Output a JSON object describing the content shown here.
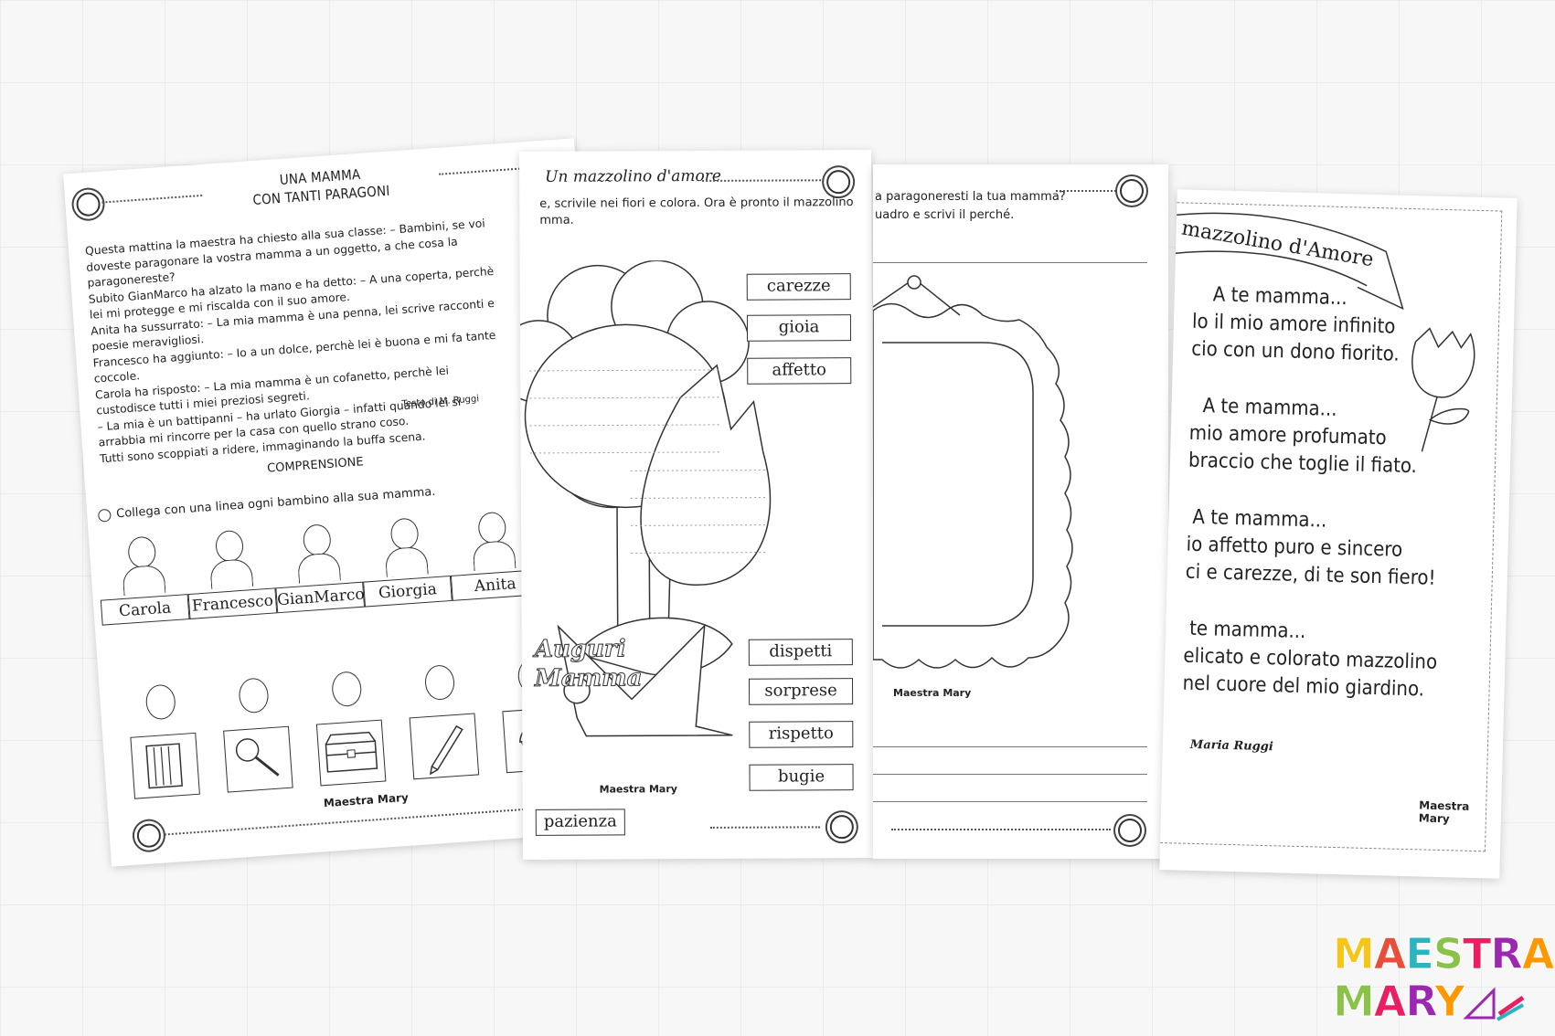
{
  "sheet1": {
    "title_line1": "UNA MAMMA",
    "title_line2": "CON TANTI PARAGONI",
    "story": [
      "Questa mattina la maestra ha chiesto alla sua classe: – Bambini, se voi doveste paragonare la vostra mamma a un oggetto, a che cosa la paragonereste?",
      "Subito GianMarco ha alzato la mano e ha detto: – A una coperta, perchè lei mi protegge e mi riscalda con il suo amore.",
      "Anita ha sussurrato: – La mia mamma è una penna, lei scrive racconti e poesie meravigliosi.",
      "Francesco ha aggiunto: – Io a un dolce, perchè lei è buona e mi fa tante coccole.",
      "Carola ha risposto: – La mia mamma è un cofanetto, perchè lei custodisce tutti i miei preziosi segreti.",
      "– La mia è un battipanni – ha urlato Giorgia – infatti quando lei si arrabbia mi rincorre per la casa con quello strano coso.",
      "Tutti sono scoppiati a ridere, immaginando la buffa scena."
    ],
    "credit": "Testo di M. Ruggi",
    "section_title": "COMPRENSIONE",
    "instruction": "Collega con una linea ogni bambino alla sua mamma.",
    "children": [
      "Carola",
      "Francesco",
      "GianMarco",
      "Giorgia",
      "Anita"
    ],
    "objects": [
      "blanket-icon",
      "magnifier-icon",
      "chest-icon",
      "pen-icon",
      "cupcake-icon"
    ],
    "footer_logo": "Maestra Mary"
  },
  "sheet2": {
    "title": "Un mazzolino d'amore",
    "instruction_line1": "e, scrivile nei fiori e colora. Ora è pronto il mazzolino",
    "instruction_line2": "mma.",
    "words_top": [
      "carezze",
      "gioia",
      "affetto"
    ],
    "words_bottom": [
      "dispetti",
      "sorprese",
      "rispetto",
      "bugie"
    ],
    "word_bottom_left": "pazienza",
    "bouquet_line1": "Auguri",
    "bouquet_line2": "Mamma",
    "footer_logo": "Maestra Mary"
  },
  "sheet3": {
    "question": "a paragoneresti la tua mamma?",
    "instruction": "uadro e scrivi il perché.",
    "footer_logo": "Maestra Mary"
  },
  "sheet4": {
    "banner": "mazzolino d'Amore",
    "stanzas": [
      [
        "A te mamma...",
        "lo il mio amore infinito",
        "cio con un dono fiorito."
      ],
      [
        "A te mamma...",
        "mio amore profumato",
        "braccio che toglie il fiato."
      ],
      [
        "A te mamma...",
        "io affetto puro e sincero",
        "ci e carezze, di te son fiero!"
      ],
      [
        "te mamma...",
        "elicato e colorato mazzolino",
        "nel cuore del mio giardino."
      ]
    ],
    "signature": "Maria Ruggi",
    "footer_logo": "Maestra Mary"
  },
  "brand": {
    "line1": "MAESTRA",
    "line2": "MARY",
    "colors": [
      "#f5c518",
      "#e94e3c",
      "#2bb3c0",
      "#8bc34a",
      "#e91e63",
      "#9c27b0",
      "#ff9800"
    ]
  }
}
